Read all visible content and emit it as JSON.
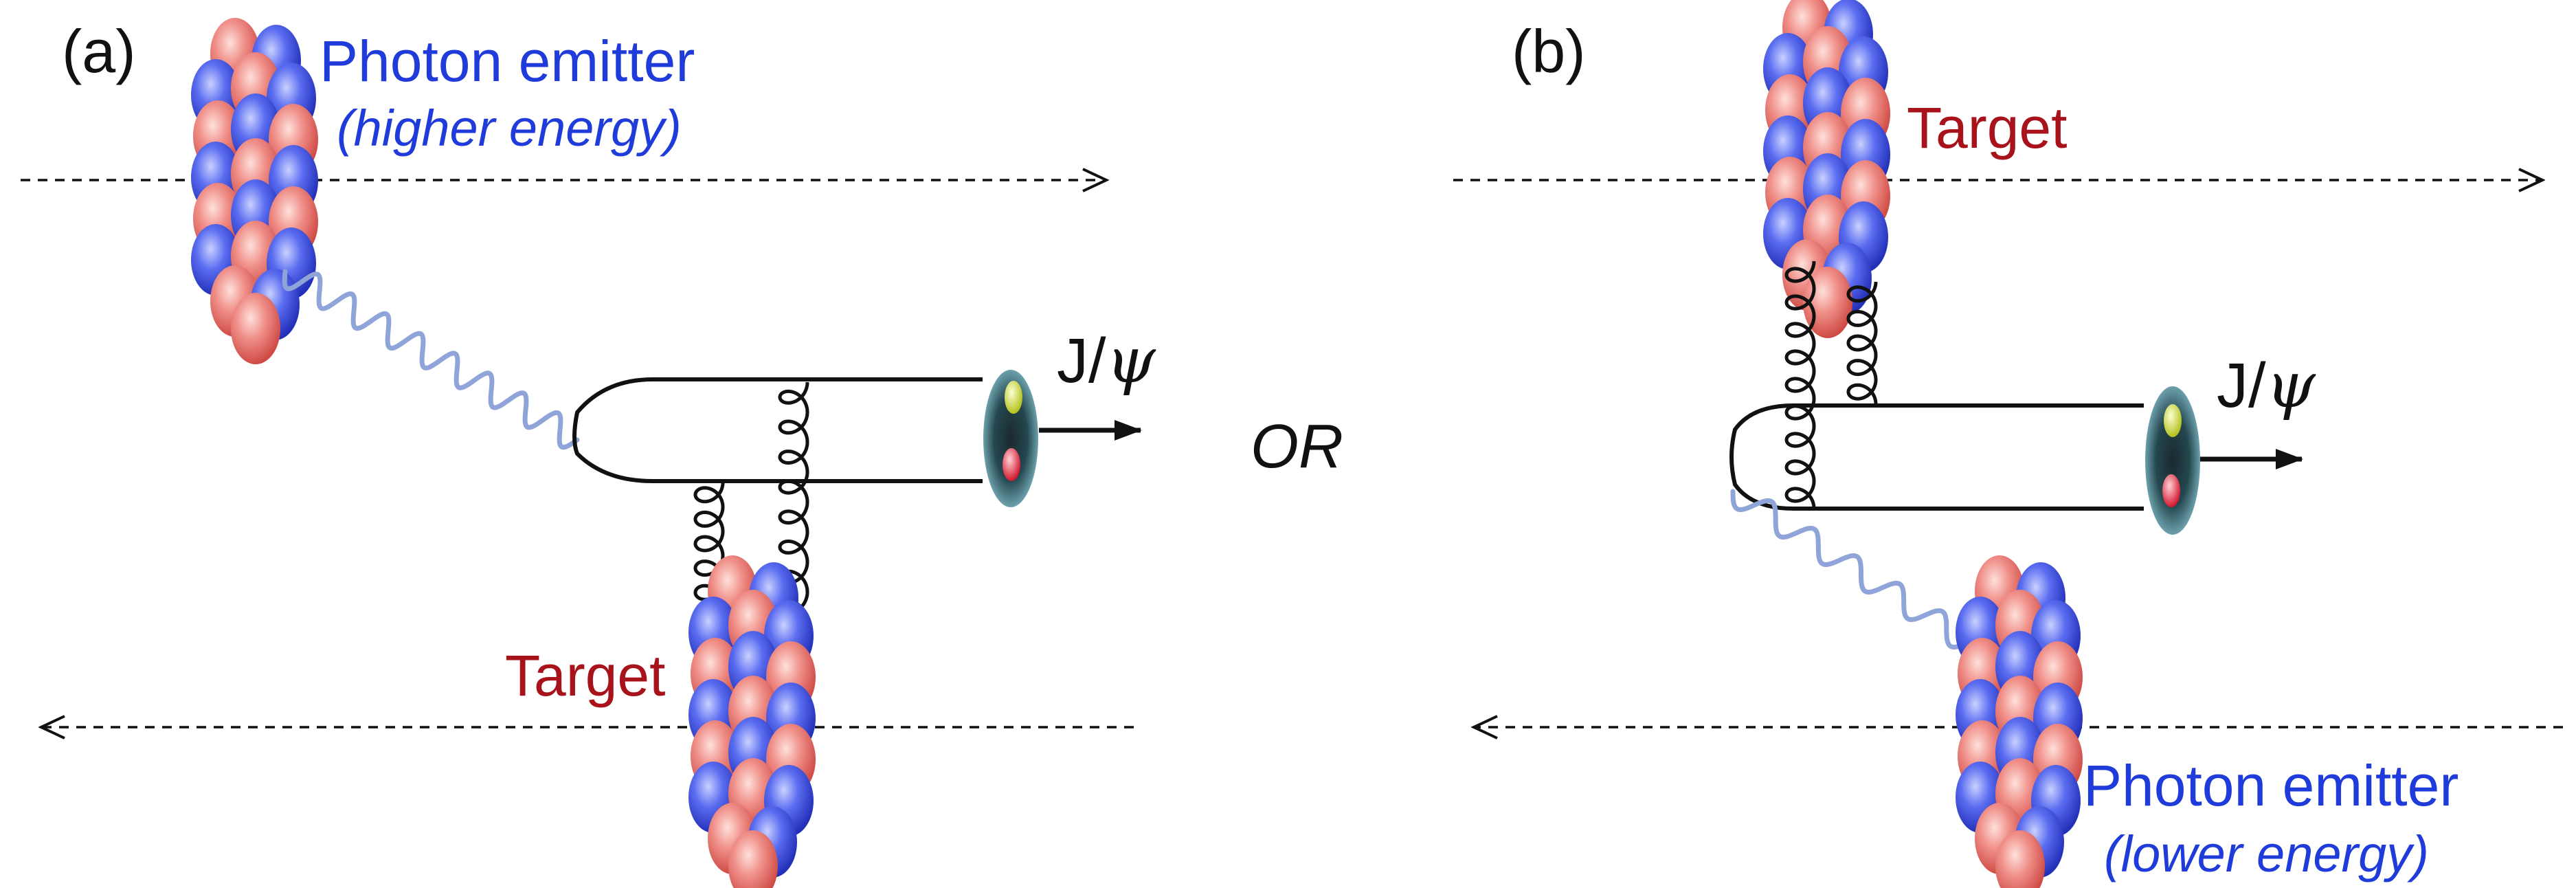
{
  "panels": {
    "a": {
      "label": "(a)",
      "emitter_label": "Photon emitter",
      "emitter_sub": "(higher energy)",
      "target_label": "Target",
      "meson_prefix": "J/",
      "meson_greek": "ψ"
    },
    "b": {
      "label": "(b)",
      "emitter_label": "Photon emitter",
      "emitter_sub": "(lower energy)",
      "target_label": "Target",
      "meson_prefix": "J/",
      "meson_greek": "ψ"
    }
  },
  "connector": "OR",
  "colors": {
    "emitter_text": "#1f3bd9",
    "target_text": "#a8121a",
    "photon_line": "#8fa4d8",
    "nucleon_red": "#d9574f",
    "nucleon_blue": "#3b4fd8",
    "line": "#111111"
  }
}
